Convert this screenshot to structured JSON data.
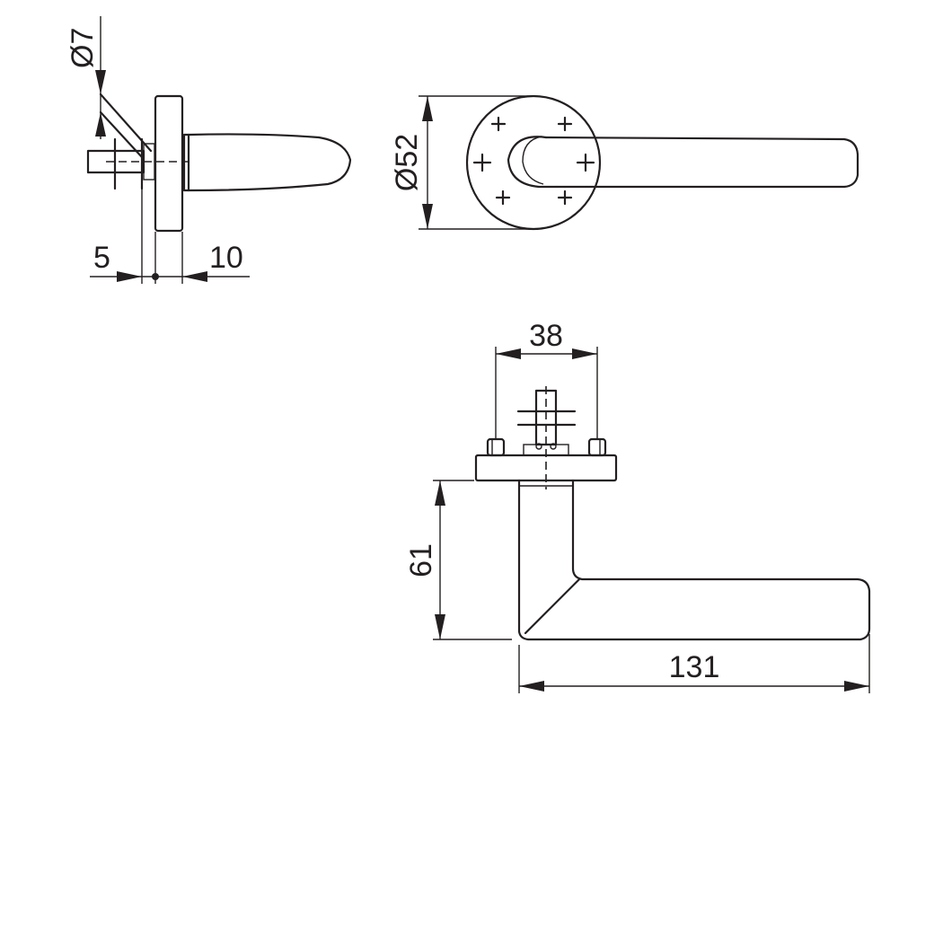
{
  "drawing": {
    "line_color": "#231f20",
    "background": "#ffffff",
    "dimensions": {
      "spindle_diameter": "Ø7",
      "rose_offset": "5",
      "rose_thickness": "10",
      "rose_diameter": "Ø52",
      "fixing_spacing": "38",
      "lever_height": "61",
      "lever_length": "131"
    }
  }
}
